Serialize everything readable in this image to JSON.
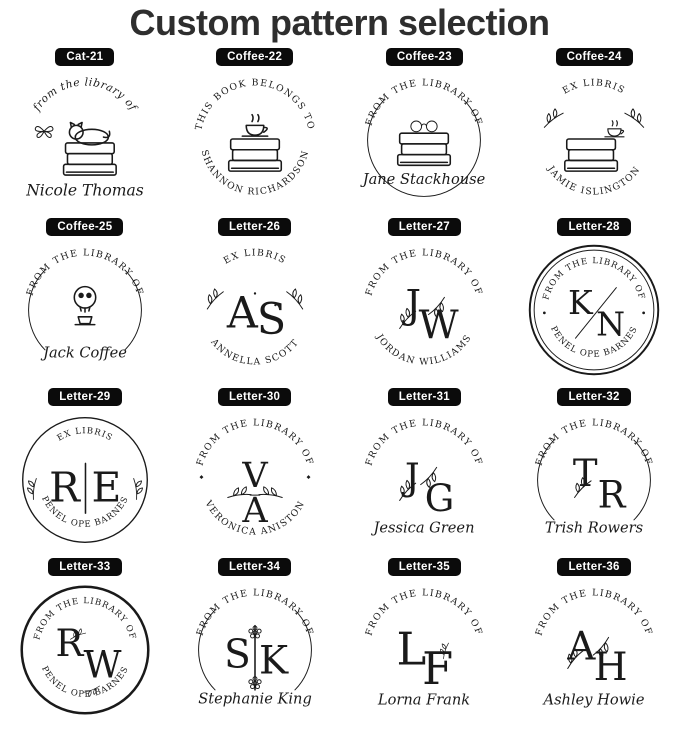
{
  "page": {
    "title": "Custom pattern selection"
  },
  "colors": {
    "ink": "#1a1a1a",
    "badge_bg": "#0b0b0b",
    "badge_text": "#ffffff",
    "background": "#ffffff"
  },
  "stamps": [
    {
      "id": "Cat-21",
      "arc_top": "from the library of",
      "name": "Nicole Thomas",
      "motif": "cat-on-books-with-butterfly"
    },
    {
      "id": "Coffee-22",
      "arc_top": "THIS BOOK BELONGS TO",
      "arc_bottom": "SHANNON RICHARDSON",
      "motif": "teacup-on-book-stack"
    },
    {
      "id": "Coffee-23",
      "arc_top": "FROM THE LIBRARY OF",
      "name": "Jane Stackhouse",
      "motif": "book-stack-with-glasses"
    },
    {
      "id": "Coffee-24",
      "arc_top": "EX LIBRIS",
      "arc_bottom": "JAMIE ISLINGTON",
      "motif": "book-stack-with-coffee-and-florals"
    },
    {
      "id": "Coffee-25",
      "arc_top": "FROM THE LIBRARY OF",
      "name": "Jack Coffee",
      "motif": "skull-drinking-coffee"
    },
    {
      "id": "Letter-26",
      "arc_top": "EX LIBRIS",
      "arc_bottom": "ANNELLA SCOTT",
      "letters": [
        "A",
        "S"
      ],
      "motif": "monogram-with-florals"
    },
    {
      "id": "Letter-27",
      "arc_top": "FROM THE LIBRARY OF",
      "arc_bottom": "JORDAN WILLIAMS",
      "letters": [
        "J",
        "W"
      ],
      "motif": "monogram-with-vine"
    },
    {
      "id": "Letter-28",
      "arc_top": "FROM THE LIBRARY OF",
      "arc_bottom": "PENEL OPE BARNES",
      "letters": [
        "K",
        "N"
      ],
      "motif": "double-circle-monogram-slash"
    },
    {
      "id": "Letter-29",
      "arc_top": "EX LIBRIS",
      "arc_bottom": "PENEL OPE BARNES",
      "letters": [
        "R",
        "E"
      ],
      "motif": "circle-monogram-divider-bar"
    },
    {
      "id": "Letter-30",
      "arc_top": "FROM THE LIBRARY OF",
      "arc_bottom": "VERONICA ANISTON",
      "letters": [
        "V",
        "A"
      ],
      "motif": "stacked-monogram-branch"
    },
    {
      "id": "Letter-31",
      "arc_top": "FROM THE LIBRARY OF",
      "name": "Jessica Green",
      "letters": [
        "J",
        "G"
      ],
      "motif": "monogram-with-vine"
    },
    {
      "id": "Letter-32",
      "arc_top": "FROM THE LIBRARY OF",
      "name": "Trish Rowers",
      "letters": [
        "T",
        "R"
      ],
      "motif": "monogram-with-branch"
    },
    {
      "id": "Letter-33",
      "arc_top": "FROM THE LIBRARY OF",
      "arc_bottom": "PENEL OPE BARNES",
      "letters": [
        "R",
        "W"
      ],
      "motif": "bold-circle-monogram"
    },
    {
      "id": "Letter-34",
      "arc_top": "FROM THE LIBRARY OF",
      "name": "Stephanie King",
      "letters": [
        "S",
        "K"
      ],
      "motif": "split-line-monogram-florals"
    },
    {
      "id": "Letter-35",
      "arc_top": "FROM THE LIBRARY OF",
      "name": "Lorna Frank",
      "letters": [
        "L",
        "F"
      ],
      "motif": "monogram-with-leaf"
    },
    {
      "id": "Letter-36",
      "arc_top": "FROM THE LIBRARY OF",
      "name": "Ashley Howie",
      "letters": [
        "A",
        "H"
      ],
      "motif": "monogram-with-vine"
    }
  ]
}
